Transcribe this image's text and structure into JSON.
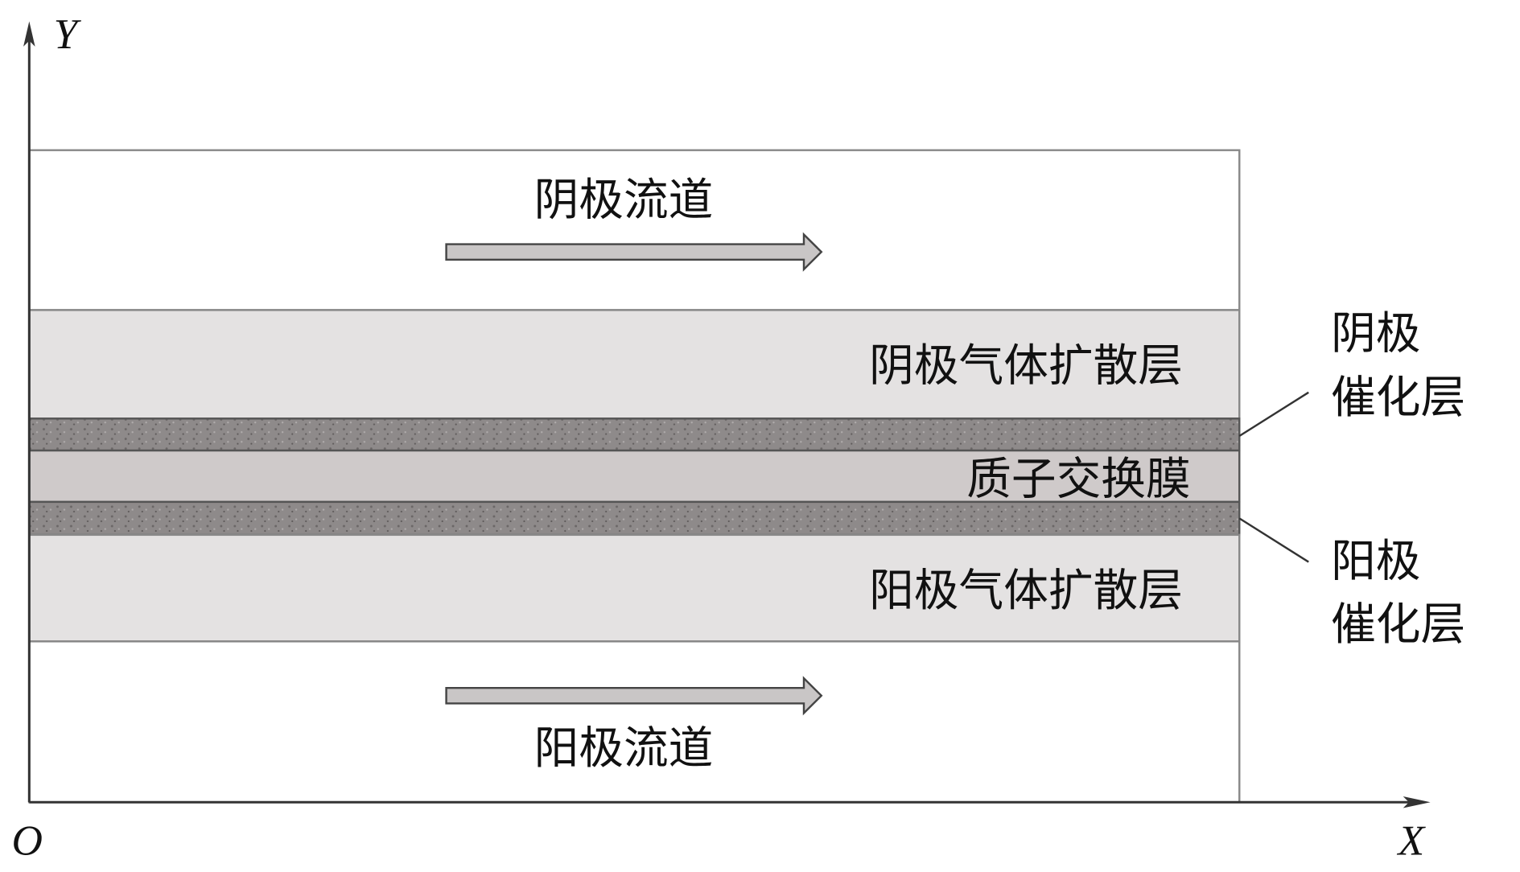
{
  "axes": {
    "y_label": "Y",
    "x_label": "X",
    "origin_label": "O"
  },
  "regions": {
    "cathode_channel": "阴极流道",
    "cathode_gdl": "阴极气体扩散层",
    "membrane": "质子交换膜",
    "anode_gdl": "阳极气体扩散层",
    "anode_channel": "阳极流道"
  },
  "callouts": {
    "cathode_cl": [
      "阴极",
      "催化层"
    ],
    "anode_cl": [
      "阳极",
      "催化层"
    ]
  },
  "colors": {
    "gdl": "#e4e2e2",
    "catalyst": "#8e8a8a",
    "membrane": "#cfcaca",
    "arrow": "#c9c6c6",
    "line": "#333333"
  }
}
